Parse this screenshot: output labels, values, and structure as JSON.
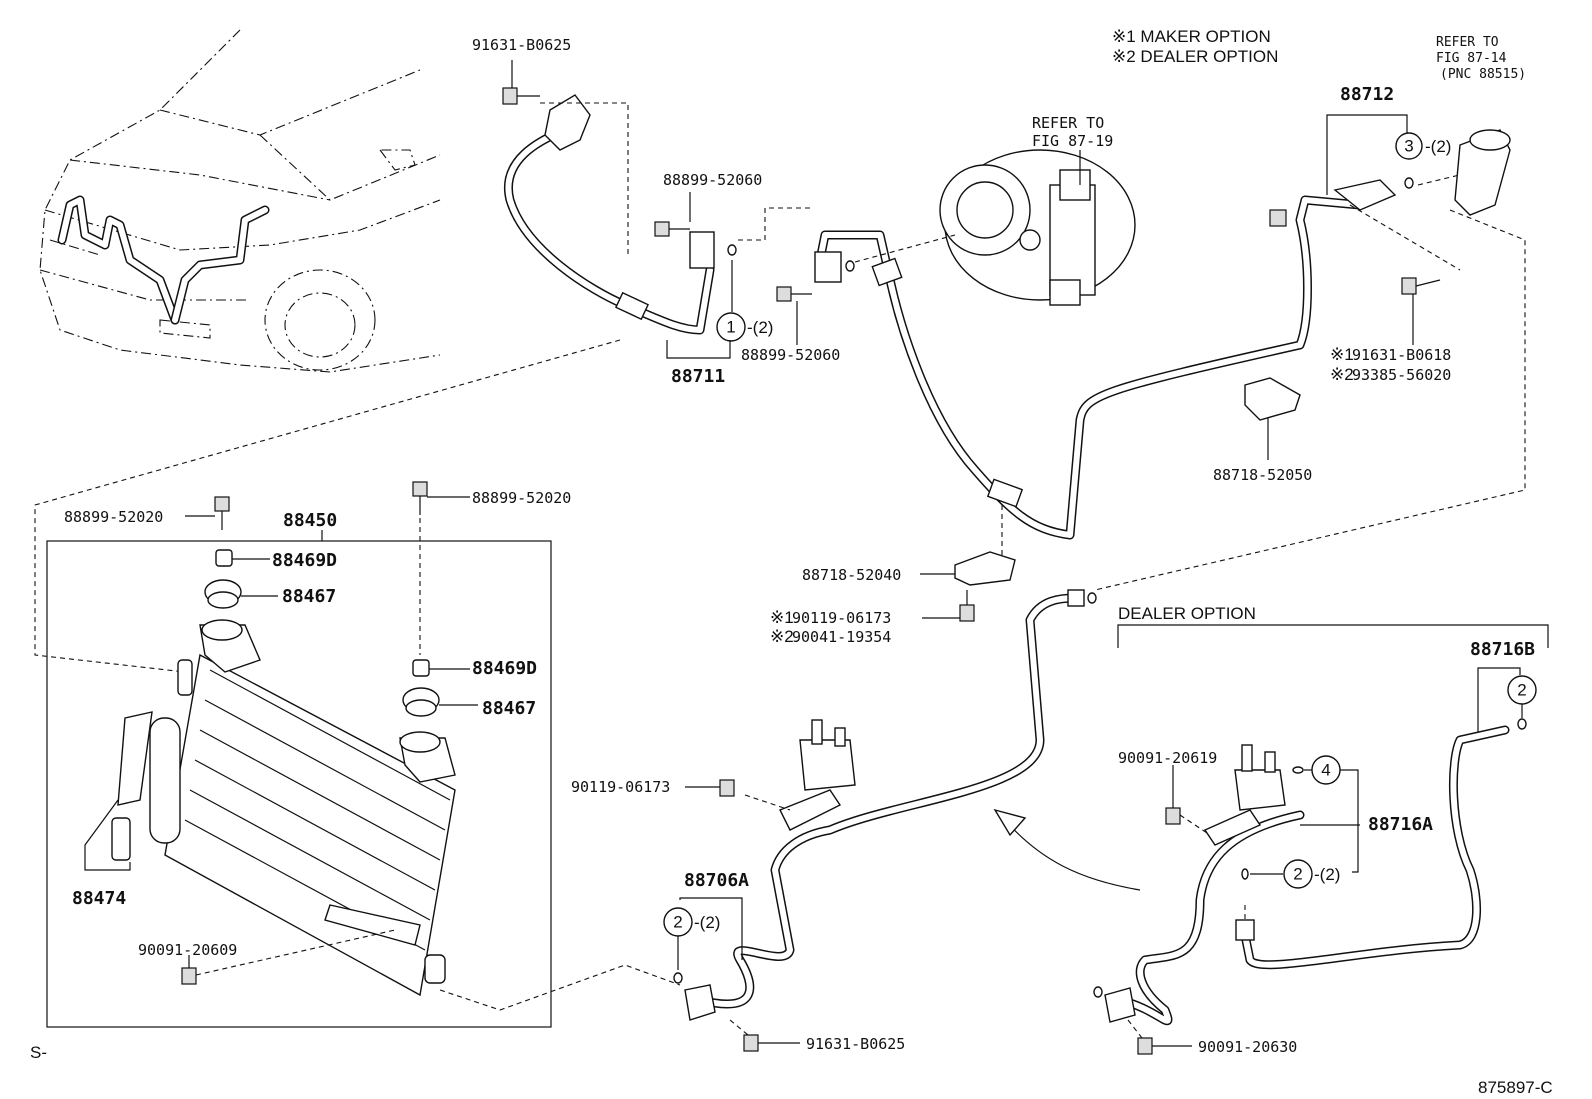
{
  "notes": {
    "maker": "※1 MAKER OPTION",
    "dealer": "※2 DEALER OPTION",
    "refer_to": "REFER TO",
    "fig_87_19": "FIG 87-19",
    "fig_87_14": "FIG 87-14",
    "pnc_88515": "(PNC 88515)",
    "dealer_option_group": "DEALER OPTION",
    "corner_left": "S-",
    "corner_right": "875897-C"
  },
  "parts": {
    "p91631_B0625_top": "91631-B0625",
    "p88899_52060_a": "88899-52060",
    "p88899_52060_b": "88899-52060",
    "p88711": "88711",
    "p88712": "88712",
    "p91631_B0618": "91631-B0618",
    "p93385_56020": "93385-56020",
    "mark1": "※1",
    "mark2": "※2",
    "mark1b": "※1",
    "mark2b": "※2",
    "p88718_52050": "88718-52050",
    "p88718_52040": "88718-52040",
    "p90119_06173_a": "90119-06173",
    "p90041_19354": "90041-19354",
    "p88899_52020_a": "88899-52020",
    "p88899_52020_b": "88899-52020",
    "p88450": "88450",
    "p88469D_a": "88469D",
    "p88467_a": "88467",
    "p88469D_b": "88469D",
    "p88467_b": "88467",
    "p88474": "88474",
    "p90091_20609": "90091-20609",
    "p90119_06173_b": "90119-06173",
    "p88706A": "88706A",
    "p91631_B0625_bottom": "91631-B0625",
    "p88716B": "88716B",
    "p90091_20619": "90091-20619",
    "p88716A": "88716A",
    "p90091_20630": "90091-20630"
  },
  "callouts": {
    "c1": "1",
    "c1_qty": "-(2)",
    "c3": "3",
    "c3_qty": "-(2)",
    "c2_a": "2",
    "c2_a_qty": "-(2)",
    "c2_b": "2",
    "c4": "4",
    "c2_c": "2",
    "c2_c_qty": "-(2)"
  }
}
